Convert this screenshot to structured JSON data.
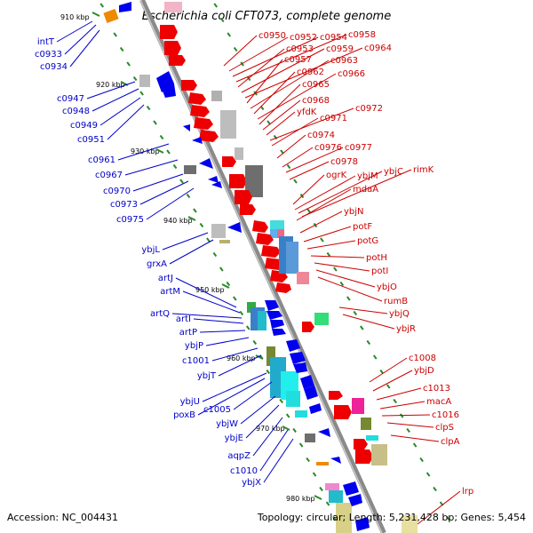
{
  "title": "Escherichia coli CFT073, complete genome",
  "footer": {
    "accession": "Accession: NC_004431",
    "summary": "Topology: circular; Length: 5,231,428 bp; Genes: 5,454"
  },
  "colors": {
    "forward_gene": "#ee0000",
    "reverse_gene": "#0000ee",
    "left_label": "#0000c8",
    "right_label": "#cc0000",
    "backbone": "#8a8a8a",
    "tick": "#2a8a2a",
    "tick_label": "#000000"
  },
  "kbp_ticks": [
    "910 kbp",
    "920 kbp",
    "930 kbp",
    "940 kbp",
    "950 kbp",
    "960 kbp",
    "970 kbp",
    "980 kbp"
  ],
  "left_labels": [
    "intT",
    "c0933",
    "c0934",
    "c0947",
    "c0948",
    "c0949",
    "c0951",
    "c0961",
    "c0967",
    "c0970",
    "c0973",
    "c0975",
    "ybjL",
    "grxA",
    "artJ",
    "artM",
    "artQ",
    "artI",
    "artP",
    "ybjP",
    "c1001",
    "ybjT",
    "ybjU",
    "c1005",
    "poxB",
    "ybjW",
    "ybjE",
    "aqpZ",
    "c1010",
    "ybjX"
  ],
  "right_labels": [
    "c0950",
    "c0952",
    "c0954",
    "c0958",
    "c0953",
    "c0959",
    "c0964",
    "c0957",
    "c0963",
    "c0962",
    "c0966",
    "c0965",
    "c0968",
    "yfdK",
    "c0972",
    "c0971",
    "c0974",
    "c0976",
    "c0977",
    "c0978",
    "ybjM",
    "ybjC",
    "rimK",
    "ogrK",
    "mdaA",
    "ybjN",
    "potF",
    "potG",
    "potH",
    "potI",
    "ybjO",
    "rumB",
    "ybjQ",
    "ybjR",
    "c1008",
    "ybjD",
    "c1013",
    "macA",
    "c1016",
    "clpS",
    "clpA",
    "lrp"
  ]
}
